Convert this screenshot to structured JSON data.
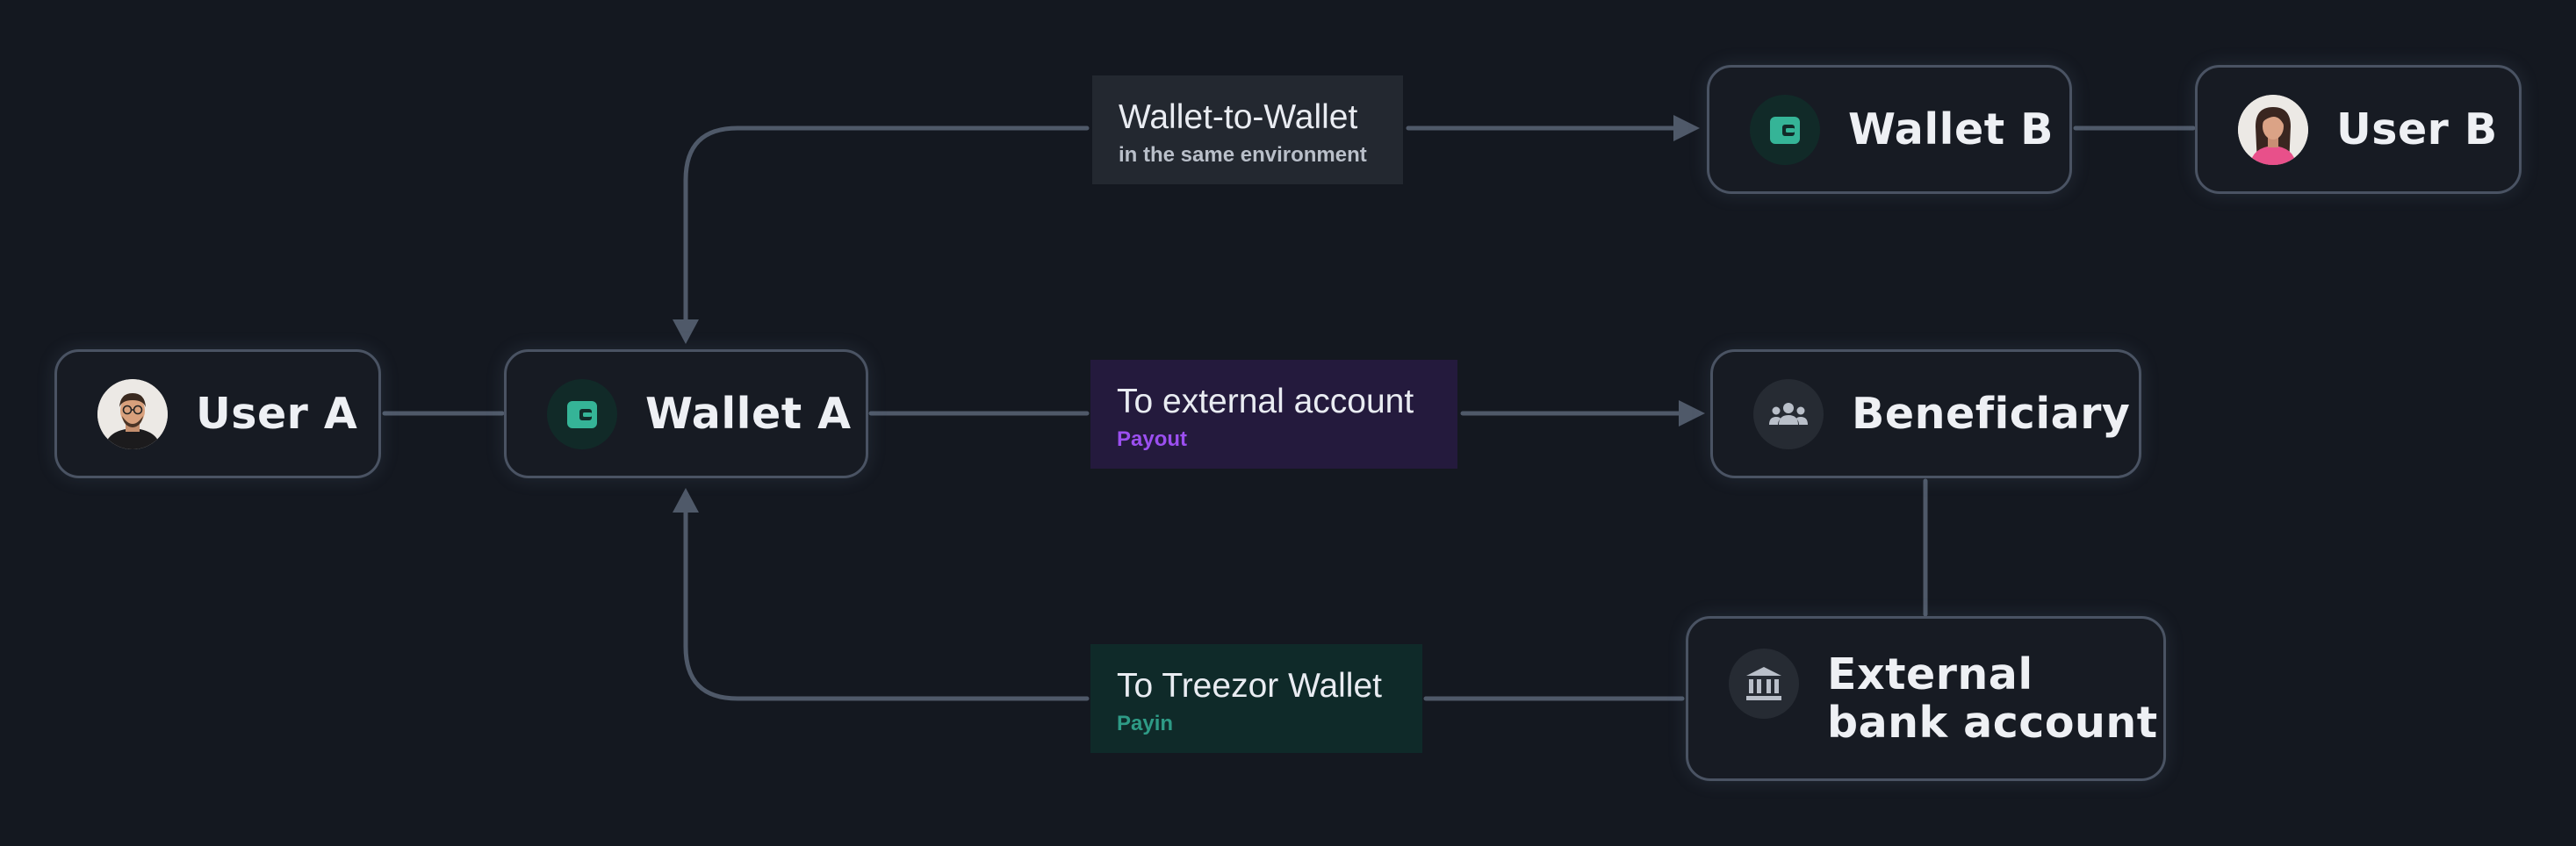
{
  "nodes": {
    "user_a": {
      "label": "User A",
      "icon": "user-a-avatar"
    },
    "wallet_a": {
      "label": "Wallet A",
      "icon": "wallet-icon"
    },
    "wallet_b": {
      "label": "Wallet B",
      "icon": "wallet-icon"
    },
    "user_b": {
      "label": "User B",
      "icon": "user-b-avatar"
    },
    "beneficiary": {
      "label": "Beneficiary",
      "icon": "people-icon"
    },
    "external_bank": {
      "label_line1": "External",
      "label_line2": "bank account",
      "icon": "bank-icon"
    }
  },
  "edges": {
    "wallet_to_wallet": {
      "title": "Wallet-to-Wallet",
      "subtitle": "in the same environment",
      "color": "#b9bfc9",
      "background": "#232830"
    },
    "payout": {
      "title": "To external account",
      "subtitle": "Payout",
      "color": "#9b4ff0",
      "background": "#241a3d"
    },
    "payin": {
      "title": "To Treezor Wallet",
      "subtitle": "Payin",
      "color": "#2e9b86",
      "background": "#0f2a29"
    }
  },
  "colors": {
    "background": "#141820",
    "node_border": "#4a5363",
    "connector": "#4f5969",
    "wallet_accent": "#35b497",
    "text": "#eef0f4"
  }
}
